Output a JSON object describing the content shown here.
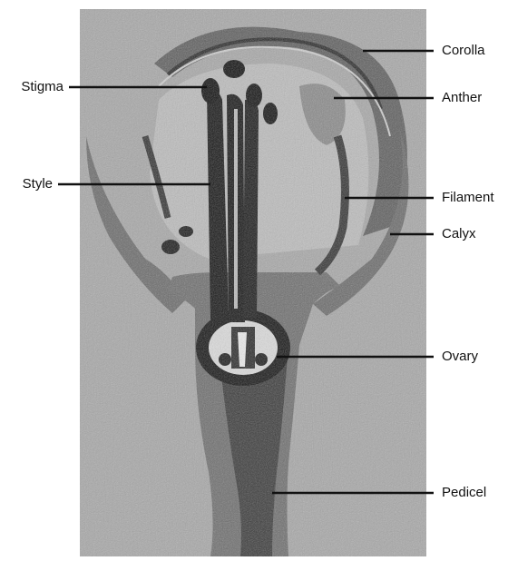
{
  "figure": {
    "image_description_icon": "flower-longitudinal-section-micrograph",
    "labels_left": [
      {
        "id": "stigma",
        "text": "Stigma"
      },
      {
        "id": "style",
        "text": "Style"
      }
    ],
    "labels_right": [
      {
        "id": "corolla",
        "text": "Corolla"
      },
      {
        "id": "anther",
        "text": "Anther"
      },
      {
        "id": "filament",
        "text": "Filament"
      },
      {
        "id": "calyx",
        "text": "Calyx"
      },
      {
        "id": "ovary",
        "text": "Ovary"
      },
      {
        "id": "pedicel",
        "text": "Pedicel"
      }
    ]
  },
  "colors": {
    "background": "#ffffff",
    "photo_base": "#a9a9a9",
    "tissue_mid": "#7a7a7a",
    "tissue_dark": "#3a3a3a",
    "tissue_black": "#111111",
    "leader_line": "#111111"
  }
}
